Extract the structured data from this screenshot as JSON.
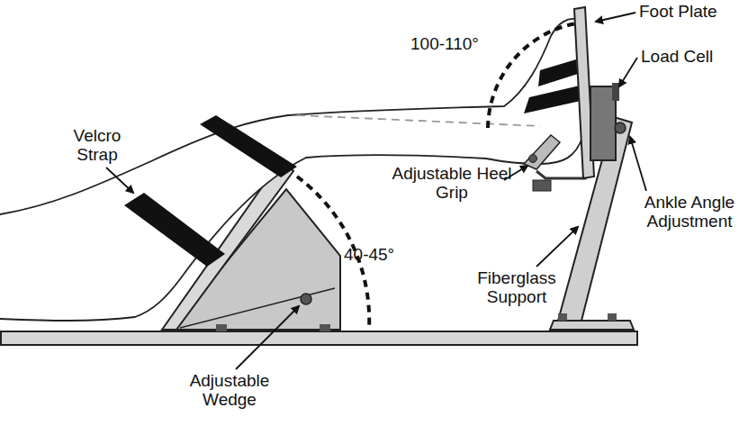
{
  "diagram": {
    "labels": [
      "Foot Plate",
      "Load Cell",
      "100-110°",
      "Velcro Strap",
      "Adjustable Heel Grip",
      "Ankle Angle Adjustment",
      "Fiberglass Support",
      "40-45°",
      "Adjustable Wedge"
    ]
  }
}
